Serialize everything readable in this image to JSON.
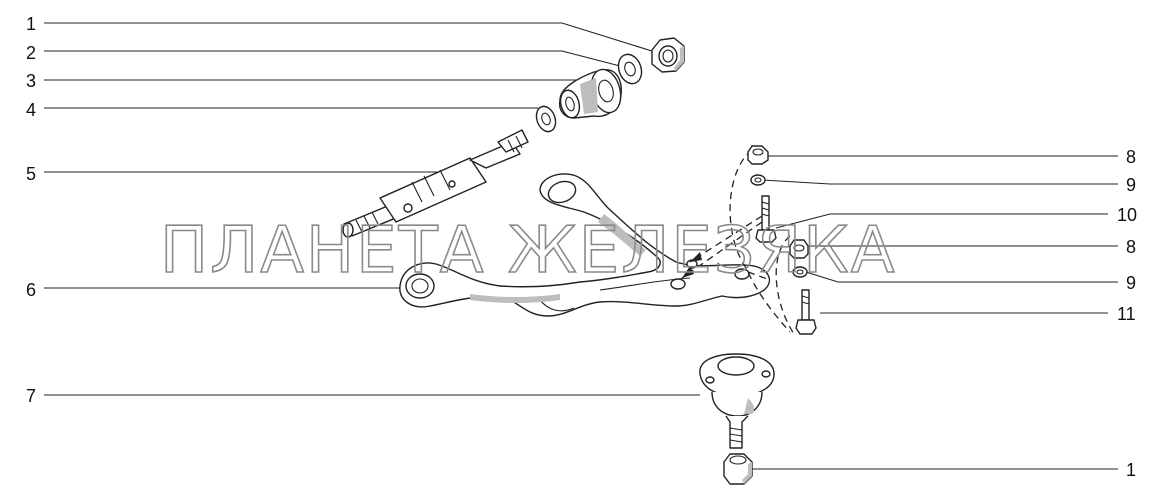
{
  "watermark": "ПЛАНЕТА ЖЕЛЕЗЯКА",
  "labels": {
    "left": [
      "1",
      "2",
      "3",
      "4",
      "5",
      "6",
      "7"
    ],
    "right": [
      "8",
      "9",
      "10",
      "8",
      "9",
      "11",
      "1"
    ]
  },
  "colors": {
    "line": "#222222",
    "background": "#ffffff",
    "watermark": "#8a8a8a"
  }
}
